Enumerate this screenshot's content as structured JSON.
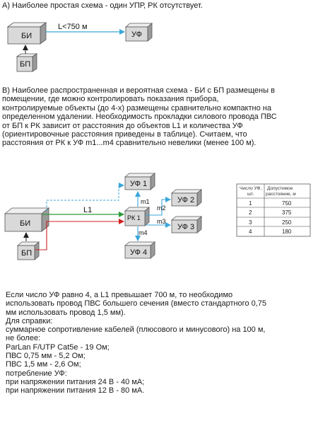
{
  "section_a": {
    "title": "А) Наиболее простая схема - один УПР, РК отсутствует.",
    "diagram": {
      "bi": "БИ",
      "bp": "БП",
      "uf": "УФ",
      "link_label": "L<750 м"
    }
  },
  "section_b": {
    "paragraph": "B) Наиболее распространенная и вероятная  схема - БИ с БП размещены в\nпомещении, где можно контролировать показания прибора,\nконтролируемые объекты (до 4-х) размещены сравнительно компактно на\nопределенном удалении. Необходимость прокладки силового провода ПВС\nот БП к РК зависит от расстояния до объектов L1 и количества УФ\n(ориентировочные расстояния приведены в таблице). Считаем, что\nрасстояния от РК к УФ m1...m4 сравнительно невелики (менее 100 м).",
    "diagram": {
      "bi": "БИ",
      "bp": "БП",
      "rk": "РК 1",
      "uf1": "УФ 1",
      "uf2": "УФ 2",
      "uf3": "УФ 3",
      "uf4": "УФ 4",
      "l1": "L1",
      "m1": "m1",
      "m2": "m2",
      "m3": "m3",
      "m4": "m4"
    },
    "table": {
      "header_count": "Число УФ,\nшт.",
      "header_distance": "Допустимое\nрасстояние, м",
      "rows": [
        {
          "count": "1",
          "distance": "750"
        },
        {
          "count": "2",
          "distance": "375"
        },
        {
          "count": "3",
          "distance": "250"
        },
        {
          "count": "4",
          "distance": "180"
        }
      ]
    }
  },
  "bottom_text": "Если число УФ равно 4, а L1 превышает 700 м, то необходимо\nиспользовать провод ПВС большего сечения (вместо стандартного 0,75\nмм использовать провод 1,5 мм).\nДля справки:\nсуммарное сопротивление кабелей (плюсового и минусового) на 100 м,\nне более:\nParLan F/UTP Cat5e - 19 Ом;\nПВС 0,75 мм - 5,2 Ом;\nПВС 1,5 мм - 2,6 Ом;\nпотребление УФ:\nпри напряжении питания 24 В - 40 мА;\nпри  напряжении питания 12 В - 80 мА.",
  "colors": {
    "box_fill": "#d9d9d9",
    "box_top": "#eeeeee",
    "box_side": "#9a9a9a",
    "line_blue": "#3aa6d8",
    "line_green": "#2e9a3a",
    "line_red": "#d02020",
    "text": "#1a1a1a"
  }
}
